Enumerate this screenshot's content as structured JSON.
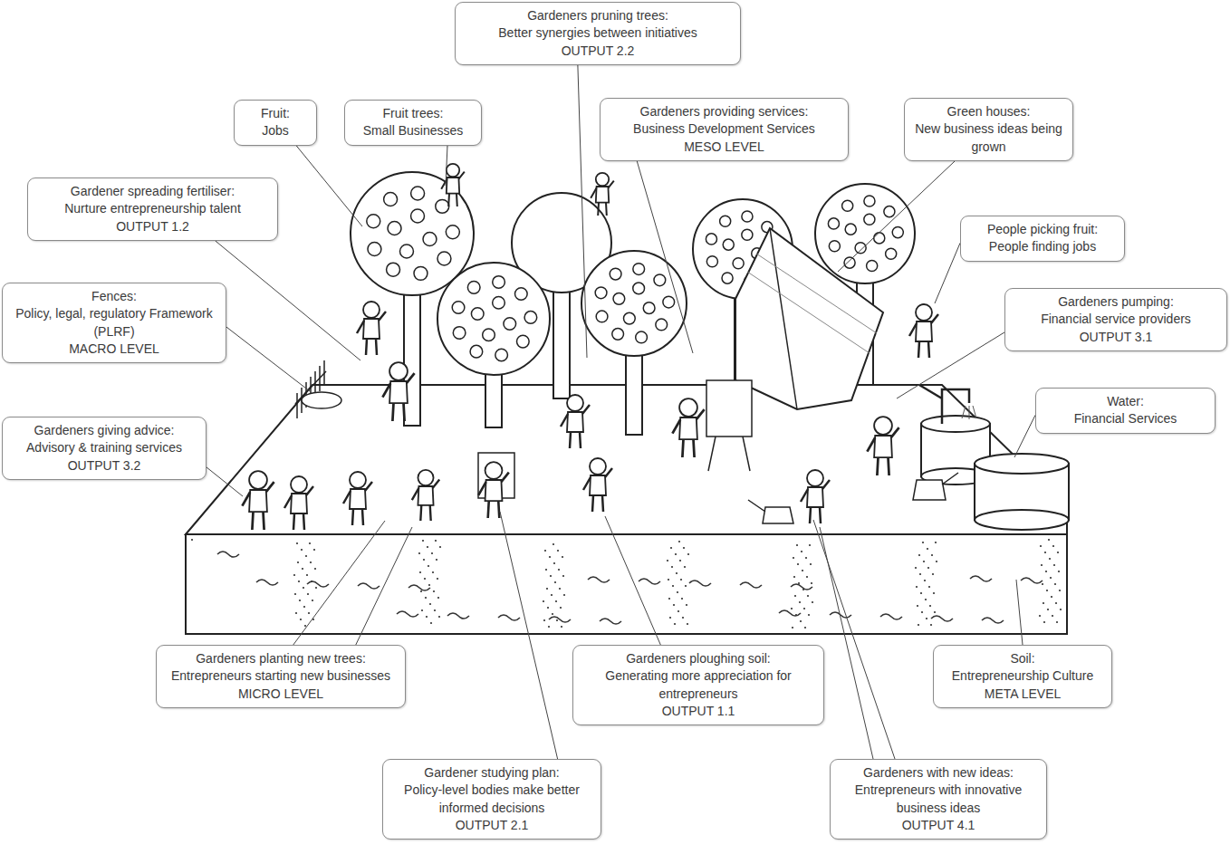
{
  "diagram": {
    "nodes": [
      {
        "text": [
          "Gardeners pruning trees:",
          "Better synergies between initiatives",
          "OUTPUT 2.2"
        ]
      },
      {
        "text": [
          "Fruit:",
          "Jobs"
        ]
      },
      {
        "text": [
          "Fruit trees:",
          "Small Businesses"
        ]
      },
      {
        "text": [
          "Gardeners providing services:",
          "Business Development Services",
          "MESO LEVEL"
        ]
      },
      {
        "text": [
          "Green houses:",
          "New business ideas being grown"
        ]
      },
      {
        "text": [
          "Gardener spreading fertiliser:",
          "Nurture entrepreneurship talent",
          "OUTPUT 1.2"
        ]
      },
      {
        "text": [
          "People picking fruit:",
          "People finding jobs"
        ]
      },
      {
        "text": [
          "Fences:",
          "Policy, legal, regulatory Framework (PLRF)",
          "MACRO LEVEL"
        ]
      },
      {
        "text": [
          "Gardeners pumping:",
          "Financial service providers",
          "OUTPUT 3.1"
        ]
      },
      {
        "text": [
          "Water:",
          "Financial Services"
        ]
      },
      {
        "text": [
          "Gardeners giving advice:",
          "Advisory & training services",
          "OUTPUT 3.2"
        ]
      },
      {
        "text": [
          "Gardeners planting new trees:",
          "Entrepreneurs starting new businesses",
          "MICRO LEVEL"
        ]
      },
      {
        "text": [
          "Gardeners ploughing soil:",
          "Generating more appreciation for entrepreneurs",
          "OUTPUT 1.1"
        ]
      },
      {
        "text": [
          "Soil:",
          "Entrepreneurship Culture",
          "META LEVEL"
        ]
      },
      {
        "text": [
          "Gardener studying plan:",
          "Policy-level bodies make better informed decisions",
          "OUTPUT 2.1"
        ]
      },
      {
        "text": [
          "Gardeners with new ideas:",
          "Entrepreneurs with innovative business ideas",
          "OUTPUT 4.1"
        ]
      }
    ]
  }
}
